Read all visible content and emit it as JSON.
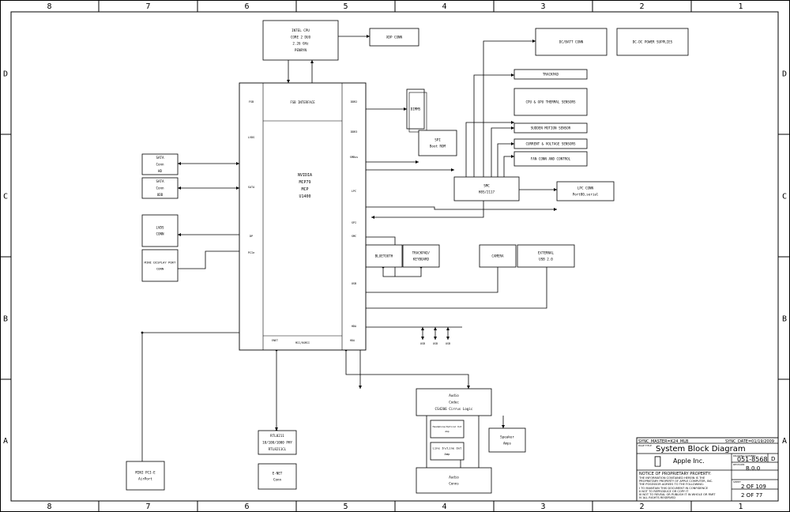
{
  "grid": {
    "columns": [
      "8",
      "7",
      "6",
      "5",
      "4",
      "3",
      "2",
      "1"
    ],
    "rows": [
      "D",
      "C",
      "B",
      "A"
    ]
  },
  "blocks": {
    "cpu": [
      "INTEL CPU",
      "CORE 2 DUO",
      "2.26 GHz",
      "PENRYN"
    ],
    "xdp": [
      "XDP CONN"
    ],
    "nvidia": [
      "NVIDIA",
      "MCP79",
      "MCP",
      "U1400"
    ],
    "fsb": [
      "FSB INTERFACE"
    ],
    "dimms": [
      "DIMMS"
    ],
    "spi": [
      "SPI",
      "Boot ROM"
    ],
    "sata_a": [
      "SATA",
      "Conn",
      "HD"
    ],
    "sata_b": [
      "SATA",
      "Conn",
      "ODD"
    ],
    "lvds": [
      "LVDS",
      "CONN"
    ],
    "minidp": [
      "MINI DISPLAY PORT",
      "CONN"
    ],
    "dcin": [
      "DC/BATT CONN"
    ],
    "dcdc": [
      "DC-DC POWER SUPPLIES"
    ],
    "trackpad": [
      "TRACKPAD"
    ],
    "thermal": [
      "CPU & GPU THERMAL SENSORS"
    ],
    "sms": [
      "SUDDEN MOTION SENSOR"
    ],
    "current": [
      "CURRENT & VOLTAGE SENSORS"
    ],
    "fan": [
      "FAN CONN AND CONTROL"
    ],
    "smc": [
      "SMC",
      "H8S/2117"
    ],
    "lpc": [
      "LPC CONN",
      "Port80,serial"
    ],
    "bluetooth": [
      "BLUETOOTH"
    ],
    "kbd": [
      "TRACKPAD/",
      "KEYBOARD"
    ],
    "camera": [
      "CAMERA"
    ],
    "extusb": [
      "EXTERNAL",
      "USB 2.0"
    ],
    "audio_codec": [
      "Audio",
      "Codec",
      "CS4206 Cirrus Logic"
    ],
    "hp": [
      "Headphone/Optical Out",
      "Amp"
    ],
    "line": [
      "Line In/Line Out",
      "Amp"
    ],
    "speaker": [
      "Speaker",
      "Amps"
    ],
    "audio_conn": [
      "Audio",
      "Conns"
    ],
    "phy": [
      "RTL8211",
      "10/100/1000 PHY",
      "RTL8211CL"
    ],
    "enet": [
      "E-NET",
      "Conn"
    ],
    "airport": [
      "MINI PCI-E",
      "AirPort"
    ],
    "usb_ports": [
      "USB",
      "USB",
      "USB"
    ]
  },
  "pins": {
    "nv_left": [
      "FSB",
      "LVDS",
      "SATA",
      "DP",
      "PCIe"
    ],
    "nv_right": [
      "DDR2",
      "DDR3",
      "SMBus",
      "LPC",
      "SPI",
      "SMC",
      "USB",
      "HDA"
    ],
    "nv_bottom": [
      "ENET",
      "MII/RGMII",
      "HDA"
    ]
  },
  "title_block": {
    "sync_master": "SYNC_MASTER=K24_MLB",
    "sync_date": "SYNC_DATE=01/19/2009",
    "page_title_label": "PAGE TITLE",
    "title": "System Block Diagram",
    "company": "Apple Inc.",
    "drawing_number_label": "DRAWING NUMBER",
    "drawing_number": "051-8568",
    "size": "D",
    "revision_label": "REVISION",
    "revision": "B.0.0",
    "notice_title": "NOTICE OF PROPRIETARY PROPERTY:",
    "notice_lines": [
      "THE INFORMATION CONTAINED HEREIN IS THE",
      "PROPRIETARY PROPERTY OF APPLE COMPUTER, INC.",
      "THE POSESSOR AGREES TO THE FOLLOWING:",
      "I TO MAINTAIN THIS DOCUMENT IN CONFIDENCE",
      "II NOT TO REPRODUCE OR COPY IT",
      "III NOT TO REVEAL OR PUBLISH IT IN WHOLE OR PART",
      "IV ALL RIGHTS RESERVED"
    ],
    "sheet_label": "SHEET",
    "sheet": "2 OF 109",
    "page": "2 OF 77"
  }
}
